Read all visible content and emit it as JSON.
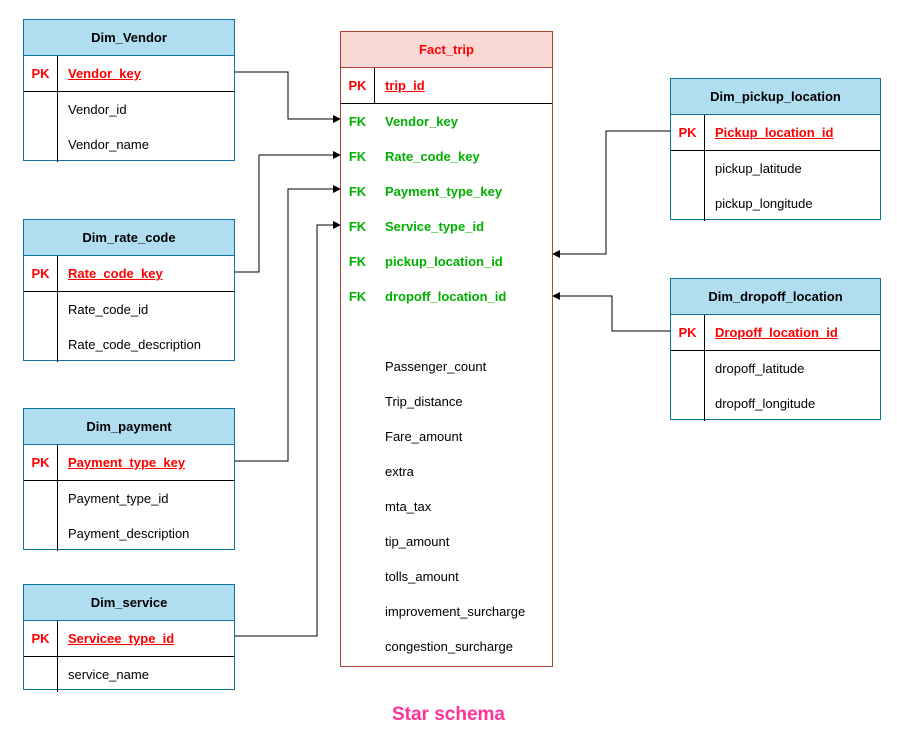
{
  "fact": {
    "title": "Fact_trip",
    "pk": {
      "tag": "PK",
      "field": "trip_id"
    },
    "fks": [
      {
        "tag": "FK",
        "field": "Vendor_key"
      },
      {
        "tag": "FK",
        "field": "Rate_code_key"
      },
      {
        "tag": "FK",
        "field": "Payment_type_key"
      },
      {
        "tag": "FK",
        "field": "Service_type_id"
      },
      {
        "tag": "FK",
        "field": "pickup_location_id"
      },
      {
        "tag": "FK",
        "field": "dropoff_location_id"
      }
    ],
    "measures": [
      "Passenger_count",
      "Trip_distance",
      "Fare_amount",
      "extra",
      "mta_tax",
      "tip_amount",
      "tolls_amount",
      "improvement_surcharge",
      "congestion_surcharge"
    ]
  },
  "dim_vendor": {
    "title": "Dim_Vendor",
    "pk": {
      "tag": "PK",
      "field": "Vendor_key"
    },
    "fields": [
      "Vendor_id",
      "Vendor_name"
    ]
  },
  "dim_rate_code": {
    "title": "Dim_rate_code",
    "pk": {
      "tag": "PK",
      "field": "Rate_code_key"
    },
    "fields": [
      "Rate_code_id",
      "Rate_code_description"
    ]
  },
  "dim_payment": {
    "title": "Dim_payment",
    "pk": {
      "tag": "PK",
      "field": "Payment_type_key"
    },
    "fields": [
      "Payment_type_id",
      "Payment_description"
    ]
  },
  "dim_service": {
    "title": "Dim_service",
    "pk": {
      "tag": "PK",
      "field": "Servicee_type_id"
    },
    "fields": [
      "service_name"
    ]
  },
  "dim_pickup": {
    "title": "Dim_pickup_location",
    "pk": {
      "tag": "PK",
      "field": "Pickup_location_id"
    },
    "fields": [
      "pickup_latitude",
      "pickup_longitude"
    ]
  },
  "dim_dropoff": {
    "title": "Dim_dropoff_location",
    "pk": {
      "tag": "PK",
      "field": "Dropoff_location_id"
    },
    "fields": [
      "dropoff_latitude",
      "dropoff_longitude"
    ]
  },
  "caption": "Star schema",
  "colors": {
    "dim_header": "#b1ddf0",
    "dim_border": "#10739e",
    "fact_header": "#fad9d5",
    "fact_border": "#ae4132",
    "pk": "#ff0000",
    "fk": "#00b000",
    "caption": "#ff3399"
  }
}
